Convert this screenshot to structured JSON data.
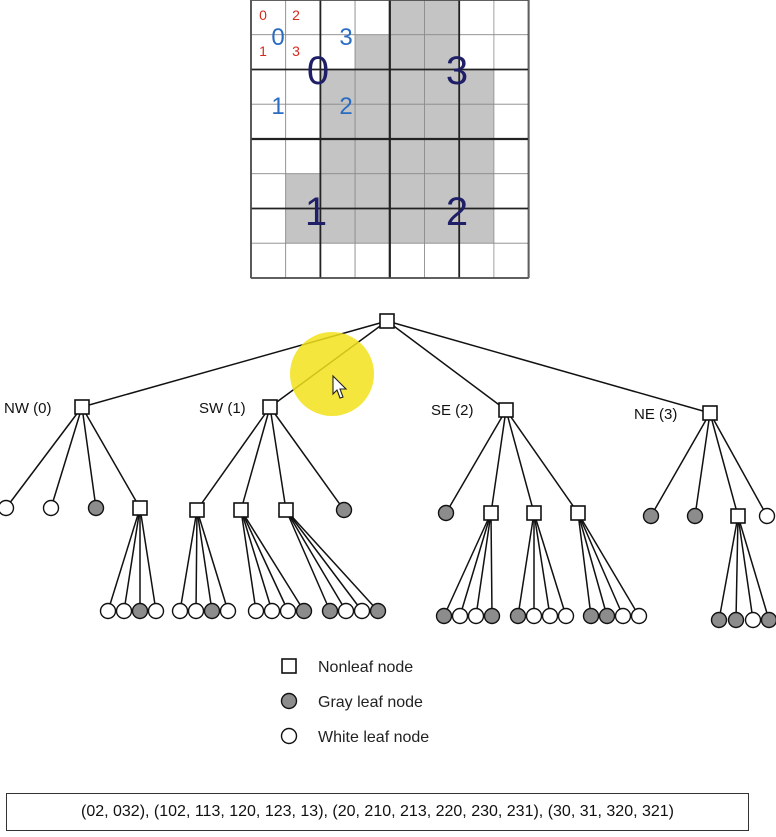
{
  "grid": {
    "cell_states_row_major": [
      "00001100",
      "00011100",
      "00111110",
      "00111110",
      "00111110",
      "01111110",
      "01111110",
      "00000000"
    ],
    "gray_color": "#c4c4c4",
    "labels": {
      "red_subquadrant": [
        "0",
        "2",
        "1",
        "3"
      ],
      "blue_nw_inner": [
        "0",
        "3",
        "1",
        "2"
      ],
      "quadrant_big": [
        "0",
        "3",
        "1",
        "2"
      ],
      "red_color": "#d42a1e",
      "blue_color": "#2a6cc2",
      "navy_color": "#1e1f66"
    }
  },
  "tree": {
    "root": {
      "type": "nonleaf"
    },
    "children": [
      {
        "label": "NW (0)",
        "type": "nonleaf",
        "children": [
          {
            "type": "white"
          },
          {
            "type": "white"
          },
          {
            "type": "gray"
          },
          {
            "type": "nonleaf",
            "children": [
              {
                "type": "white"
              },
              {
                "type": "white"
              },
              {
                "type": "gray"
              },
              {
                "type": "white"
              }
            ]
          }
        ]
      },
      {
        "label": "SW (1)",
        "type": "nonleaf",
        "children": [
          {
            "type": "nonleaf",
            "children": [
              {
                "type": "white"
              },
              {
                "type": "white"
              },
              {
                "type": "gray"
              },
              {
                "type": "white"
              }
            ]
          },
          {
            "type": "nonleaf",
            "children": [
              {
                "type": "white"
              },
              {
                "type": "white"
              },
              {
                "type": "white"
              },
              {
                "type": "gray"
              }
            ]
          },
          {
            "type": "nonleaf",
            "children": [
              {
                "type": "gray"
              },
              {
                "type": "white"
              },
              {
                "type": "white"
              },
              {
                "type": "gray"
              }
            ]
          },
          {
            "type": "gray"
          }
        ]
      },
      {
        "label": "SE (2)",
        "type": "nonleaf",
        "children": [
          {
            "type": "gray"
          },
          {
            "type": "nonleaf",
            "children": [
              {
                "type": "gray"
              },
              {
                "type": "white"
              },
              {
                "type": "white"
              },
              {
                "type": "gray"
              }
            ]
          },
          {
            "type": "nonleaf",
            "children": [
              {
                "type": "gray"
              },
              {
                "type": "white"
              },
              {
                "type": "white"
              },
              {
                "type": "white"
              }
            ]
          },
          {
            "type": "nonleaf",
            "children": [
              {
                "type": "gray"
              },
              {
                "type": "gray"
              },
              {
                "type": "white"
              },
              {
                "type": "white"
              }
            ]
          }
        ]
      },
      {
        "label": "NE (3)",
        "type": "nonleaf",
        "children": [
          {
            "type": "gray"
          },
          {
            "type": "gray"
          },
          {
            "type": "nonleaf",
            "children": [
              {
                "type": "gray"
              },
              {
                "type": "gray"
              },
              {
                "type": "white"
              },
              {
                "type": "gray"
              }
            ]
          },
          {
            "type": "white"
          }
        ]
      }
    ],
    "gray_leaf_color": "#8c8c8c"
  },
  "legend": {
    "nonleaf": "Nonleaf node",
    "gray_leaf": "Gray leaf node",
    "white_leaf": "White leaf node"
  },
  "codes": "(02, 032), (102, 113, 120, 123, 13), (20, 210, 213, 220, 230, 231), (30, 31, 320, 321)",
  "cursor": {
    "highlight_color": "#f2e21a",
    "icon": "mouse-pointer-icon"
  }
}
